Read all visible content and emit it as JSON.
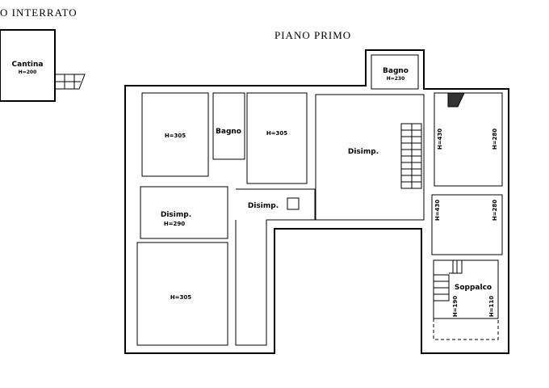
{
  "titles": {
    "basement": "O  INTERRATO",
    "first_floor": "PIANO  PRIMO"
  },
  "basement": {
    "room": "Cantina",
    "height": "H=200"
  },
  "rooms": {
    "room_nw": "H=305",
    "bagno_1": "Bagno",
    "room_n": "H=305",
    "disimp_main": "Disimp.",
    "bagno_2": "Bagno",
    "bagno_2_height": "H=230",
    "room_e1_left": "H=430",
    "room_e1_right": "H=280",
    "room_e2_left": "H=430",
    "room_e2_right": "H=280",
    "disimp_w": "Disimp.",
    "disimp_w_height": "H=290",
    "disimp_corridor": "Disimp.",
    "room_sw": "H=305",
    "soppalco": "Soppalco",
    "soppalco_left": "H=190",
    "soppalco_right": "H=110"
  }
}
